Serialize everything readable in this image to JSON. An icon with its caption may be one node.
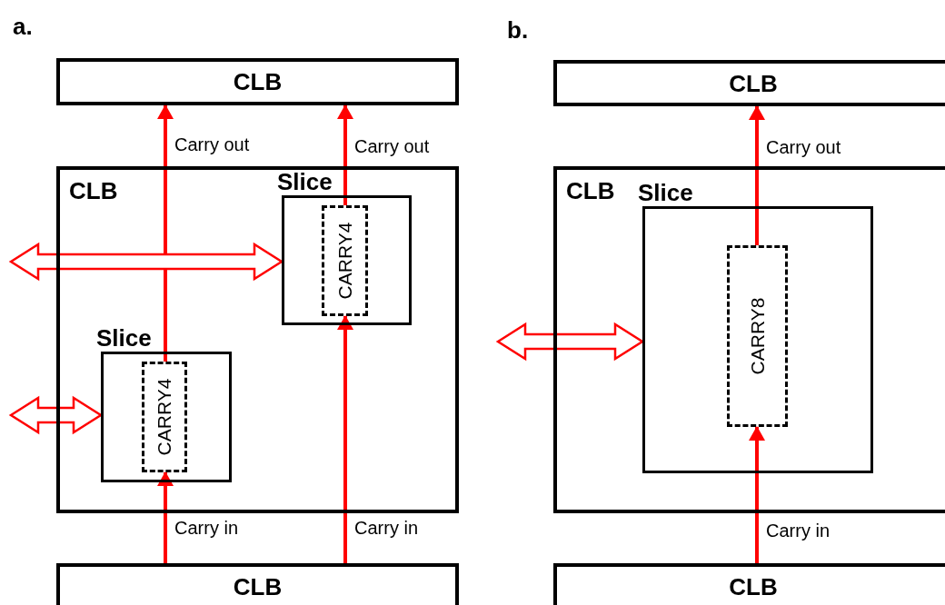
{
  "diagram": {
    "nodes": [
      {
        "text": [
          "CLB"
        ]
      },
      {
        "text": [
          "CLB"
        ]
      },
      {
        "text": [
          "Slice"
        ],
        "in": 1
      },
      {
        "text": [
          "CARRY4"
        ],
        "in": 2
      },
      {
        "text": [
          "Slice"
        ],
        "in": 1
      },
      {
        "text": [
          "CARRY4"
        ],
        "in": 4
      },
      {
        "text": [
          "CLB"
        ]
      },
      {
        "text": [
          "CLB"
        ]
      },
      {
        "text": [
          "CLB"
        ]
      },
      {
        "text": [
          "Slice"
        ],
        "in": 8
      },
      {
        "text": [
          "CARRY8"
        ],
        "in": 9
      },
      {
        "text": [
          "CLB"
        ]
      }
    ],
    "edges": [
      {
        "from": 6,
        "to": 5,
        "arrow": "to",
        "label": "Carry in"
      },
      {
        "from": 5,
        "to": 0,
        "arrow": "to",
        "label": "Carry out"
      },
      {
        "from": 6,
        "to": 3,
        "arrow": "to",
        "label": "Carry in"
      },
      {
        "from": 3,
        "to": 0,
        "arrow": "to",
        "label": "Carry out"
      },
      {
        "from": null,
        "to": 2,
        "arrow": "both",
        "style": "thick"
      },
      {
        "from": null,
        "to": 4,
        "arrow": "both",
        "style": "thick"
      },
      {
        "from": 11,
        "to": 10,
        "arrow": "to",
        "label": "Carry in"
      },
      {
        "from": 10,
        "to": 7,
        "arrow": "to",
        "label": "Carry out"
      },
      {
        "from": null,
        "to": 9,
        "arrow": "both",
        "style": "thick"
      }
    ],
    "labels": [
      "a.",
      "b."
    ]
  }
}
